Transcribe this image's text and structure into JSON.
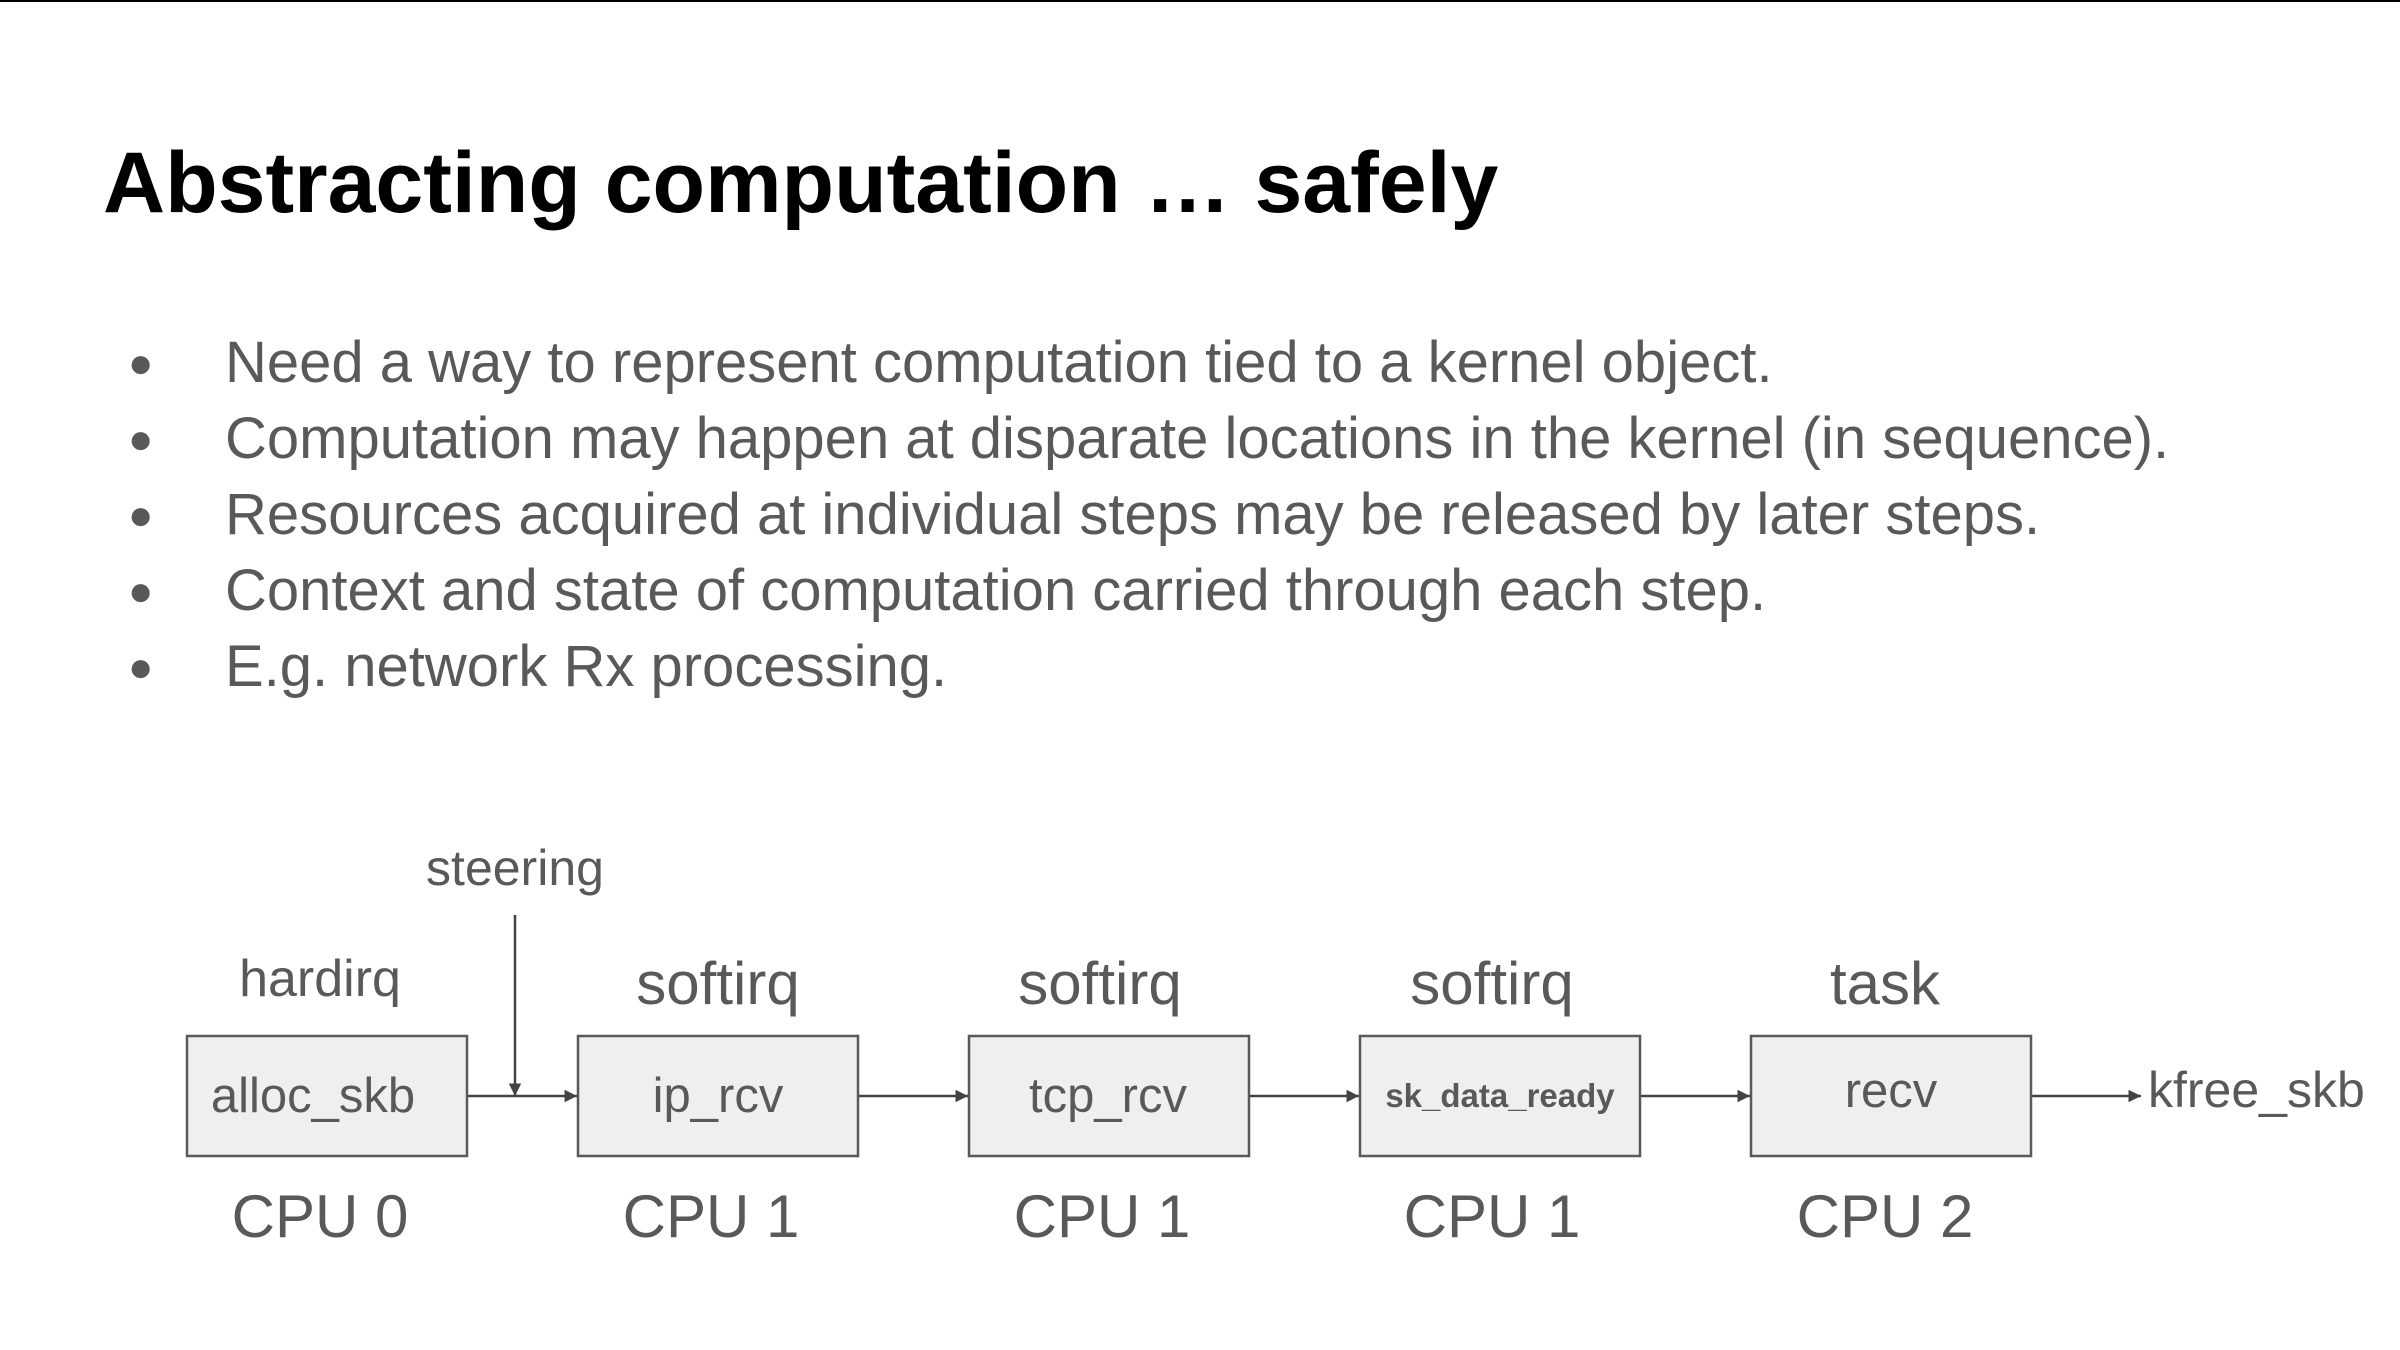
{
  "slide": {
    "title": "Abstracting computation … safely",
    "bullets": [
      "Need a way to represent computation tied to a kernel object.",
      "Computation may happen at disparate locations in the kernel (in sequence).",
      "Resources acquired at individual steps may be released by later steps.",
      "Context and state of computation carried through each step.",
      "E.g. network Rx processing."
    ],
    "bullet_glyph": "●"
  },
  "diagram": {
    "steering_label": "steering",
    "stages": [
      {
        "context": "hardirq",
        "function": "alloc_skb",
        "cpu": "CPU 0"
      },
      {
        "context": "softirq",
        "function": "ip_rcv",
        "cpu": "CPU 1"
      },
      {
        "context": "softirq",
        "function": "tcp_rcv",
        "cpu": "CPU 1"
      },
      {
        "context": "softirq",
        "function": "sk_data_ready",
        "cpu": "CPU 1"
      },
      {
        "context": "task",
        "function": "recv",
        "cpu": "CPU 2"
      }
    ],
    "end_label": "kfree_skb",
    "colors": {
      "box_fill": "#efefef",
      "box_stroke": "#595959",
      "text": "#595959",
      "arrow": "#434343"
    }
  }
}
